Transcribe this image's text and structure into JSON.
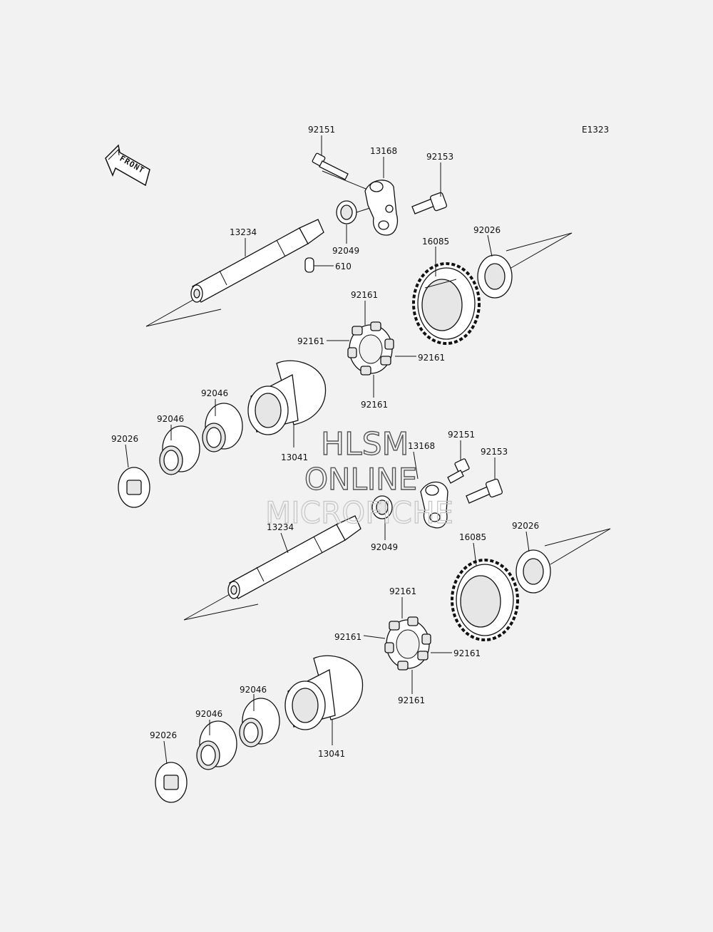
{
  "diagram_code": "E1323",
  "front_label": "FRONT",
  "watermark": {
    "line1": "HLSM",
    "line2": "ONLINE",
    "line3": "MICROFICHE"
  },
  "parts_upper": {
    "bolt_a": "92151",
    "arm": "13168",
    "bolt_b": "92153",
    "shaft": "13234",
    "bearing": "92049",
    "pin": "610",
    "gear": "16085",
    "washer_right": "92026",
    "damper_top": "92161",
    "damper_left": "92161",
    "damper_right": "92161",
    "damper_bottom": "92161",
    "hub": "13041",
    "needle_a": "92046",
    "needle_b": "92046",
    "washer_left": "92026"
  },
  "parts_lower": {
    "bolt_a": "92151",
    "arm": "13168",
    "bolt_b": "92153",
    "shaft": "13234",
    "bearing": "92049",
    "gear": "16085",
    "washer_right": "92026",
    "damper_top": "92161",
    "damper_left": "92161",
    "damper_right": "92161",
    "damper_bottom": "92161",
    "hub": "13041",
    "needle_a": "92046",
    "needle_b": "92046",
    "washer_left": "92026"
  }
}
